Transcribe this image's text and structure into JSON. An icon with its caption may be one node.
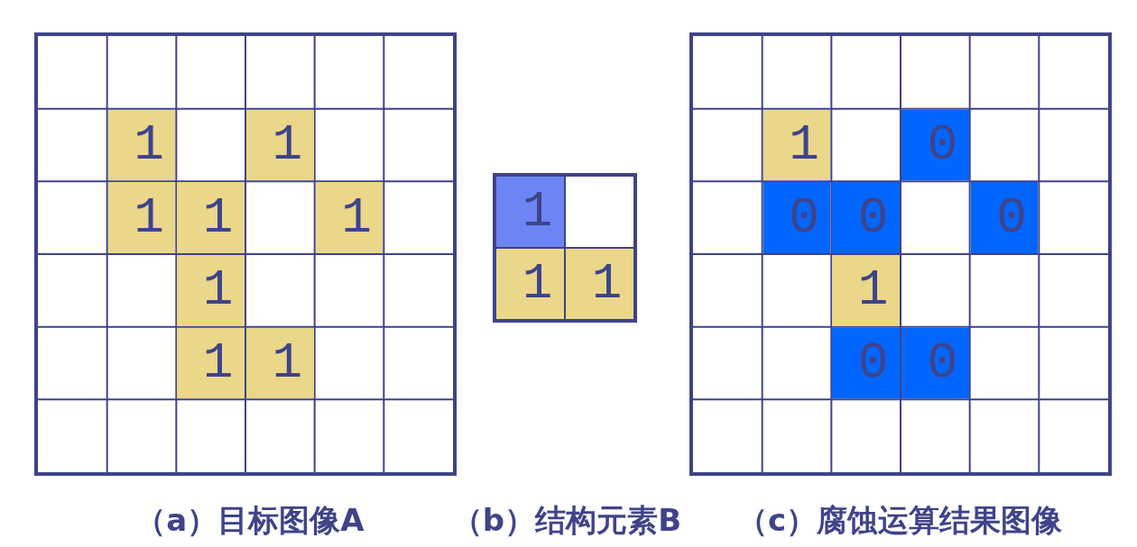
{
  "diagram": {
    "nodes": [
      {
        "text": [],
        "shape": "grid"
      },
      {
        "text": [
          "1"
        ],
        "in": 0
      },
      {
        "text": [
          "1"
        ],
        "in": 0
      },
      {
        "text": [
          "1"
        ],
        "in": 0
      },
      {
        "text": [
          "1"
        ],
        "in": 0
      },
      {
        "text": [
          "1"
        ],
        "in": 0
      },
      {
        "text": [
          "1"
        ],
        "in": 0
      },
      {
        "text": [
          "1"
        ],
        "in": 0
      },
      {
        "text": [
          "1"
        ],
        "in": 0
      },
      {
        "text": [],
        "shape": "grid"
      },
      {
        "text": [
          "1"
        ],
        "in": 9
      },
      {
        "text": [
          "1"
        ],
        "in": 9
      },
      {
        "text": [
          "1"
        ],
        "in": 9
      },
      {
        "text": [],
        "shape": "grid"
      },
      {
        "text": [
          "1"
        ],
        "in": 13
      },
      {
        "text": [
          "0"
        ],
        "in": 13
      },
      {
        "text": [
          "0"
        ],
        "in": 13
      },
      {
        "text": [
          "0"
        ],
        "in": 13
      },
      {
        "text": [
          "0"
        ],
        "in": 13
      },
      {
        "text": [
          "1"
        ],
        "in": 13
      },
      {
        "text": [
          "0"
        ],
        "in": 13
      },
      {
        "text": [
          "0"
        ],
        "in": 13
      }
    ],
    "labels": [
      "（a）目标图像A",
      "（b）结构元素B",
      "（c）腐蚀运算结果图像"
    ]
  }
}
